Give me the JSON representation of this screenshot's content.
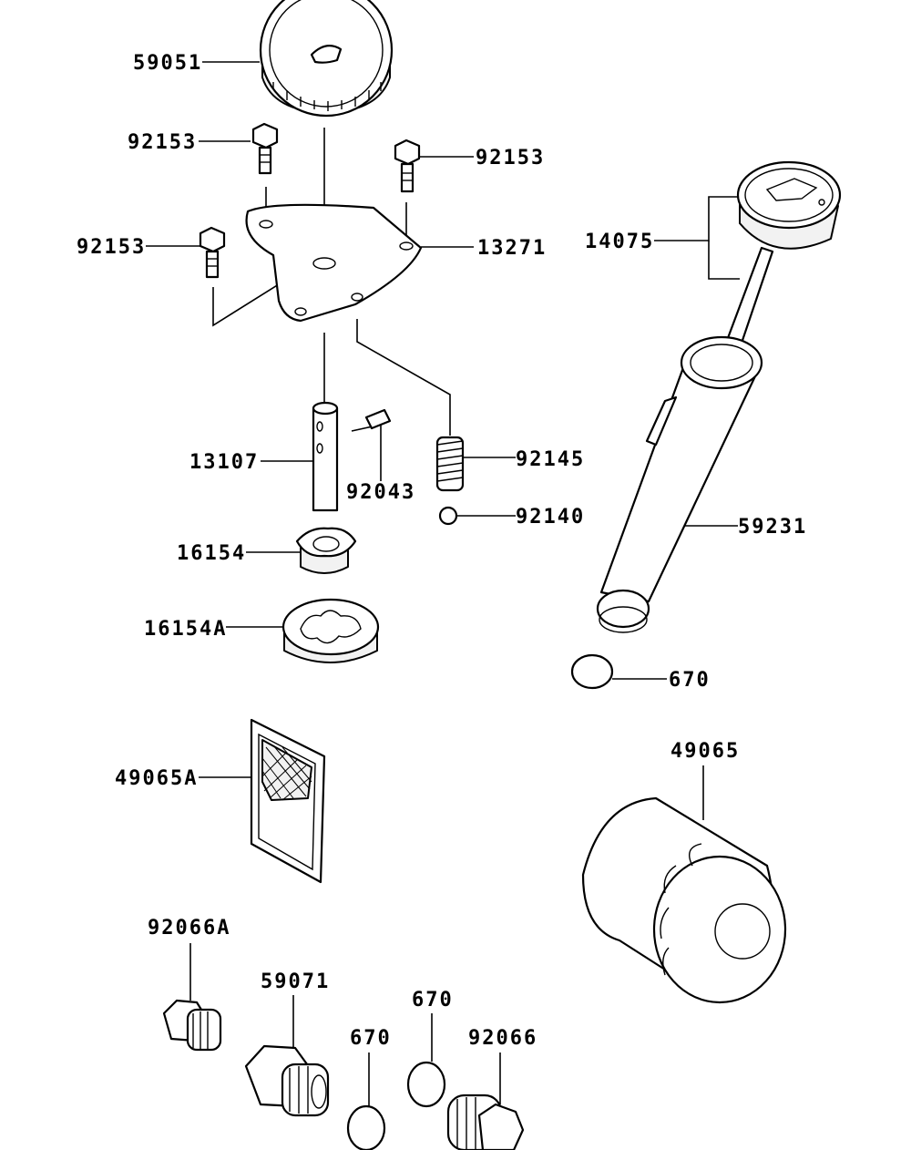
{
  "labels": {
    "gear": "59051",
    "bolt_a": "92153",
    "bolt_b": "92153",
    "bolt_c": "92153",
    "plate": "13271",
    "dipstick": "14075",
    "shaft": "13107",
    "pin": "92043",
    "spring": "92145",
    "ball": "92140",
    "filler_tube": "59231",
    "inner_rotor": "16154",
    "outer_rotor": "16154A",
    "oring_tube": "670",
    "screen": "49065A",
    "oil_filter": "49065",
    "plug_a": "92066A",
    "fitting": "59071",
    "oring_left": "670",
    "oring_mid": "670",
    "drain_plug": "92066"
  }
}
